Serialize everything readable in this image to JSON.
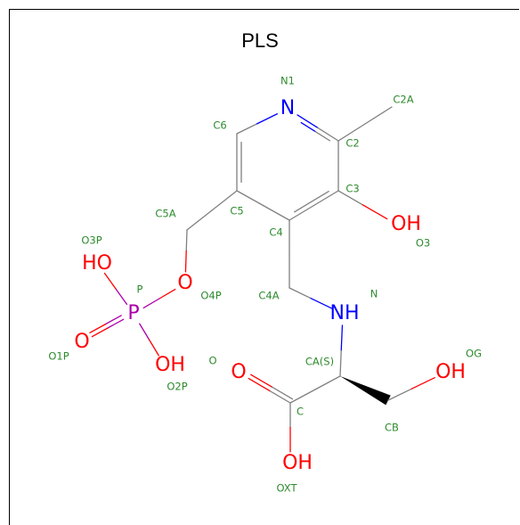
{
  "title": "PLS",
  "colors": {
    "carbon_bond": "#808080",
    "nitrogen": "#0000ff",
    "oxygen": "#ff0000",
    "phosphorus": "#aa00aa",
    "atom_label": "#2e8b2e"
  },
  "atoms": [
    {
      "id": "N1",
      "element": "N",
      "symbol": "N",
      "name": "N1"
    },
    {
      "id": "C2",
      "element": "C",
      "name": "C2"
    },
    {
      "id": "C2A",
      "element": "C",
      "name": "C2A"
    },
    {
      "id": "C3",
      "element": "C",
      "name": "C3"
    },
    {
      "id": "O3",
      "element": "O",
      "symbol": "OH",
      "name": "O3"
    },
    {
      "id": "C4",
      "element": "C",
      "name": "C4"
    },
    {
      "id": "C4A",
      "element": "C",
      "name": "C4A"
    },
    {
      "id": "C5",
      "element": "C",
      "name": "C5"
    },
    {
      "id": "C5A",
      "element": "C",
      "name": "C5A"
    },
    {
      "id": "C6",
      "element": "C",
      "name": "C6"
    },
    {
      "id": "O4P",
      "element": "O",
      "symbol": "O",
      "name": "O4P"
    },
    {
      "id": "P",
      "element": "P",
      "symbol": "P",
      "name": "P"
    },
    {
      "id": "O3P",
      "element": "O",
      "symbol": "HO",
      "name": "O3P"
    },
    {
      "id": "O1P",
      "element": "O",
      "symbol": "O",
      "name": "O1P"
    },
    {
      "id": "O2P",
      "element": "O",
      "symbol": "OH",
      "name": "O2P"
    },
    {
      "id": "N",
      "element": "N",
      "symbol": "NH",
      "name": "N"
    },
    {
      "id": "CA",
      "element": "C",
      "name": "CA(S)"
    },
    {
      "id": "C",
      "element": "C",
      "name": "C"
    },
    {
      "id": "O",
      "element": "O",
      "symbol": "O",
      "name": "O"
    },
    {
      "id": "OXT",
      "element": "O",
      "symbol": "OH",
      "name": "OXT"
    },
    {
      "id": "CB",
      "element": "C",
      "name": "CB"
    },
    {
      "id": "OG",
      "element": "O",
      "symbol": "OH",
      "name": "OG"
    }
  ],
  "bonds": [
    {
      "a": "N1",
      "b": "C2",
      "order": 2
    },
    {
      "a": "C2",
      "b": "C2A",
      "order": 1
    },
    {
      "a": "C2",
      "b": "C3",
      "order": 1
    },
    {
      "a": "C3",
      "b": "O3",
      "order": 1
    },
    {
      "a": "C3",
      "b": "C4",
      "order": 2
    },
    {
      "a": "C4",
      "b": "C5",
      "order": 1
    },
    {
      "a": "C4",
      "b": "C4A",
      "order": 1
    },
    {
      "a": "C5",
      "b": "C6",
      "order": 2
    },
    {
      "a": "C6",
      "b": "N1",
      "order": 1
    },
    {
      "a": "C5",
      "b": "C5A",
      "order": 1
    },
    {
      "a": "C5A",
      "b": "O4P",
      "order": 1
    },
    {
      "a": "O4P",
      "b": "P",
      "order": 1
    },
    {
      "a": "P",
      "b": "O3P",
      "order": 1
    },
    {
      "a": "P",
      "b": "O1P",
      "order": 2
    },
    {
      "a": "P",
      "b": "O2P",
      "order": 1
    },
    {
      "a": "C4A",
      "b": "N",
      "order": 1
    },
    {
      "a": "N",
      "b": "CA",
      "order": 1
    },
    {
      "a": "CA",
      "b": "C",
      "order": 1
    },
    {
      "a": "C",
      "b": "O",
      "order": 2
    },
    {
      "a": "C",
      "b": "OXT",
      "order": 1
    },
    {
      "a": "CA",
      "b": "CB",
      "order": 1,
      "stereo": "wedge"
    },
    {
      "a": "CB",
      "b": "OG",
      "order": 1
    }
  ]
}
